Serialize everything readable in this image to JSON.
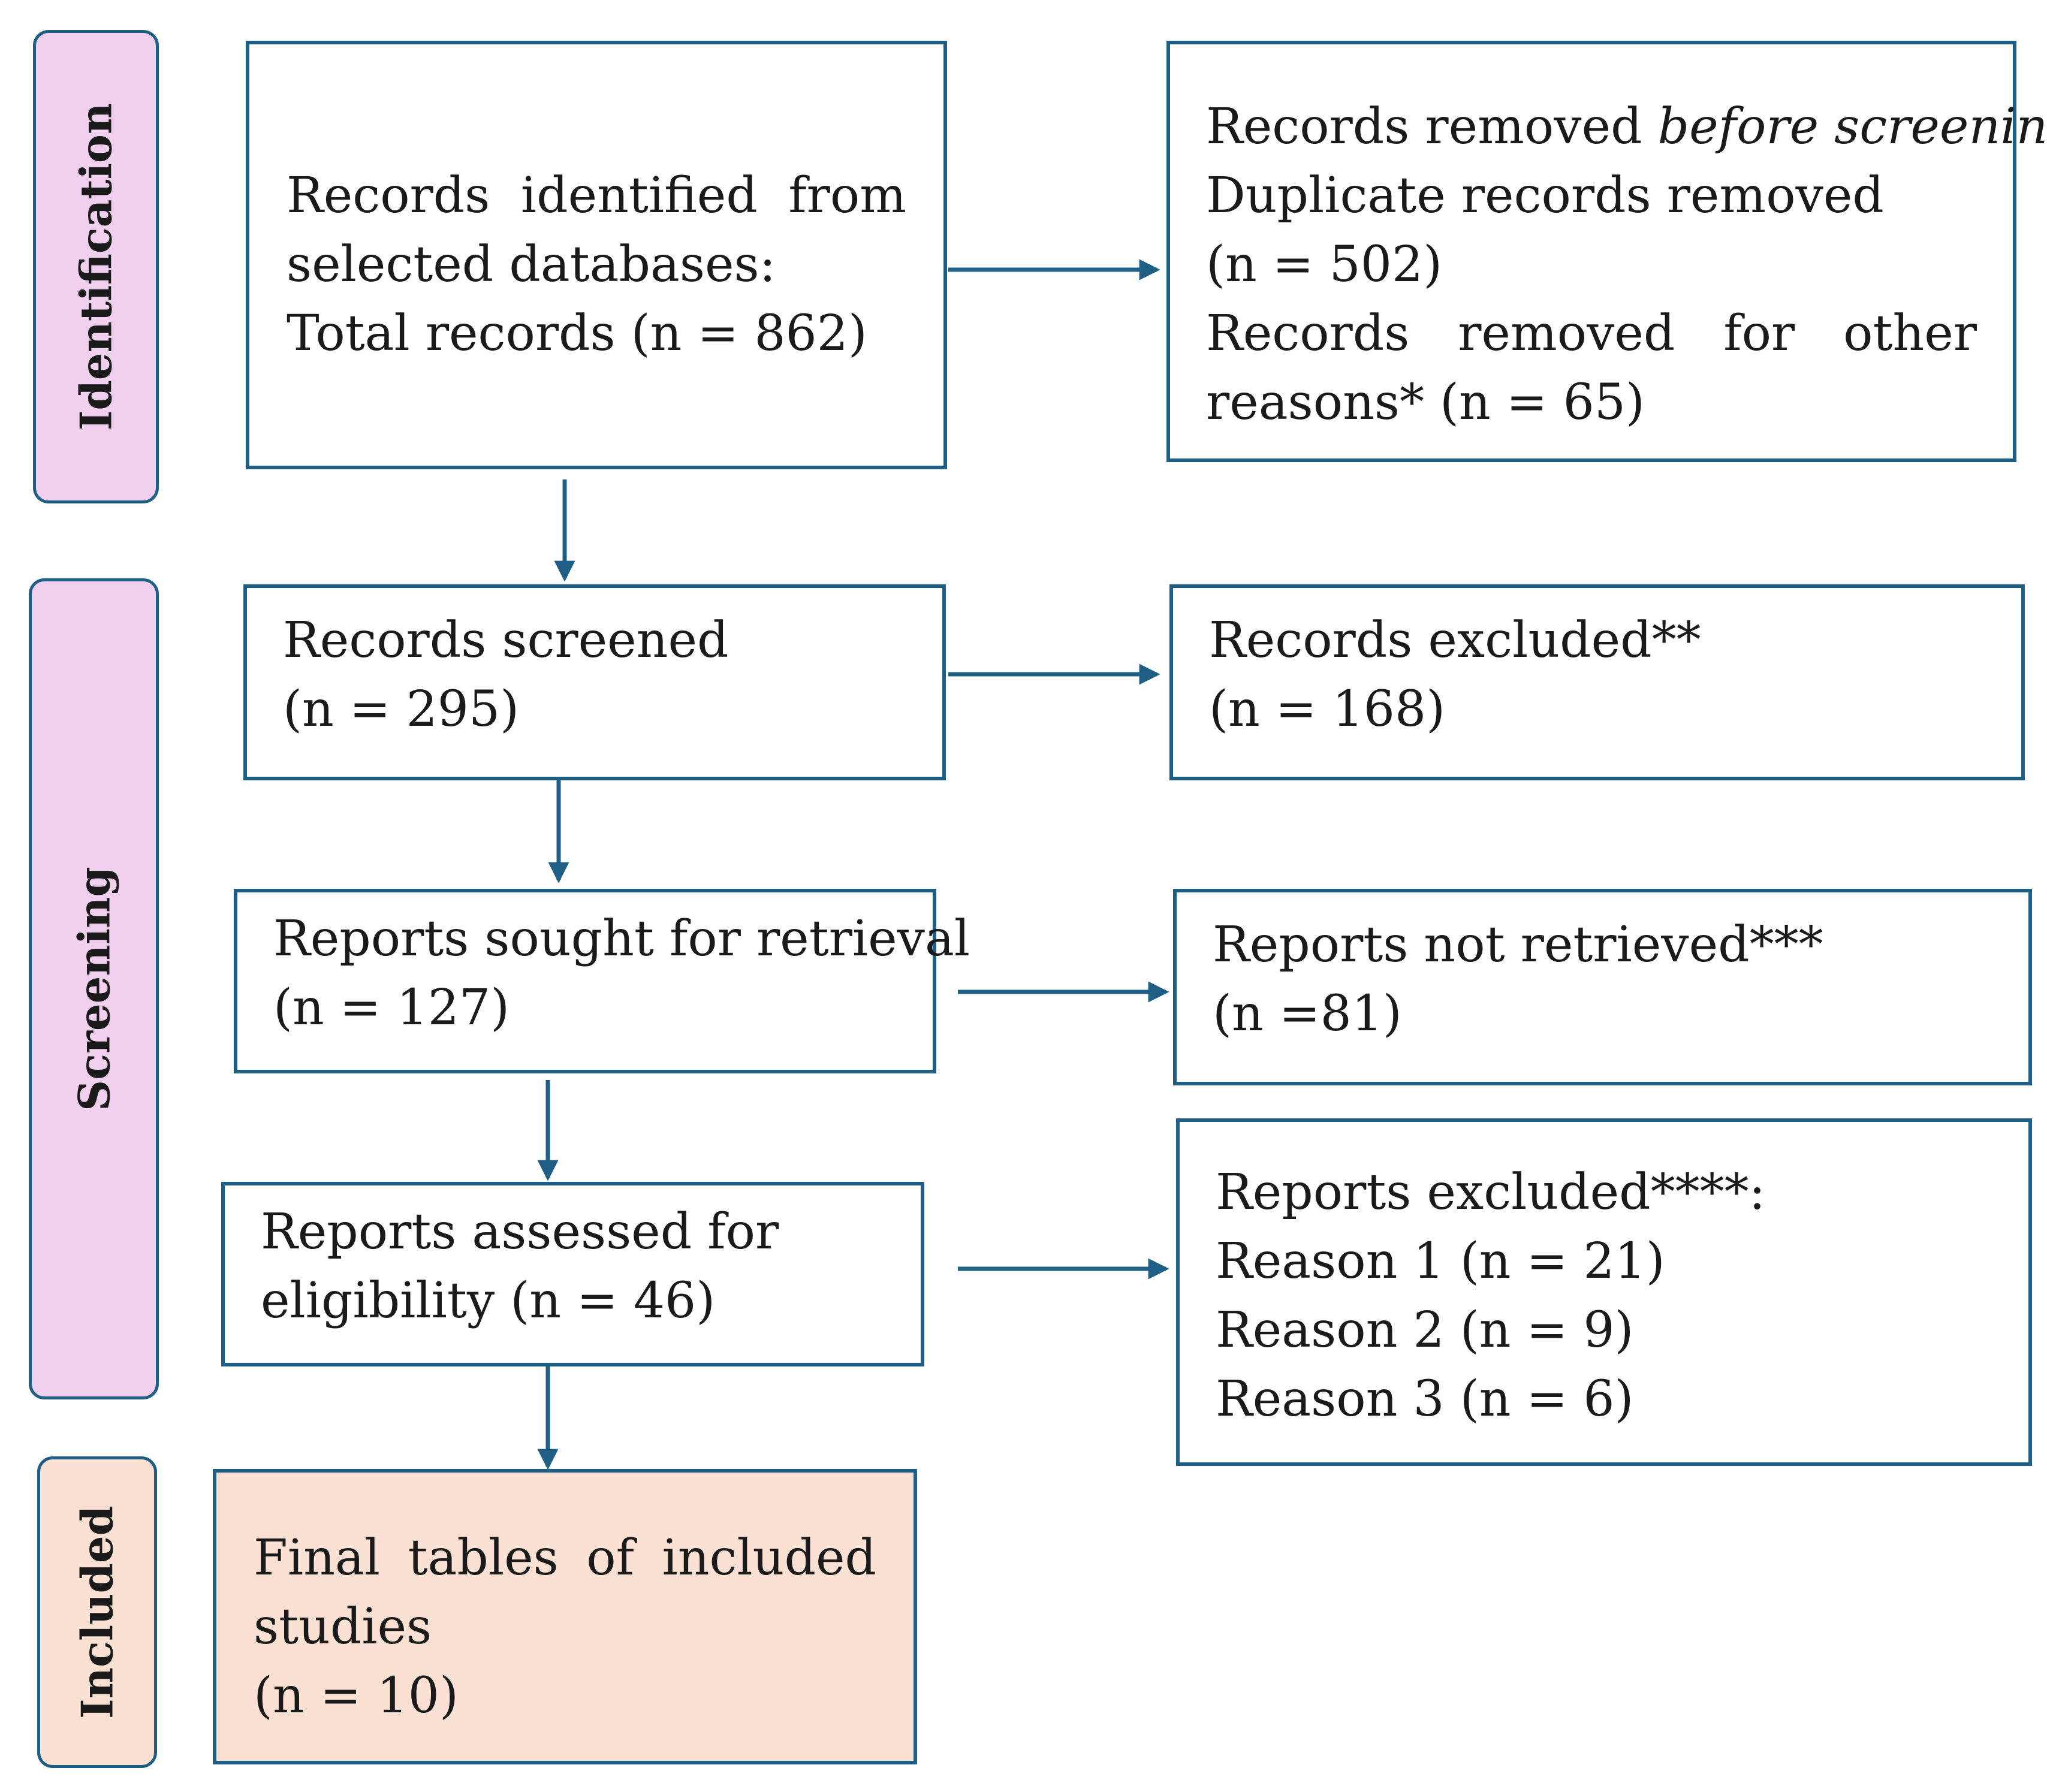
{
  "colors": {
    "border": "#1f5f86",
    "arrow": "#1f5f86",
    "phase_fill": "#f0d0ee",
    "included_fill": "#fbe1d3"
  },
  "phases": {
    "identification": "Identification",
    "screening": "Screening",
    "included": "Included"
  },
  "identified": {
    "line1": [
      "Records",
      "identified",
      "from"
    ],
    "line2": "selected databases:",
    "line3": "Total records (n = 862)"
  },
  "removed": {
    "line1_pre": "Records removed ",
    "line1_italic": "before screening",
    "line1_post": ":",
    "line2": "Duplicate records removed",
    "line3": "(n = 502)",
    "line4": [
      "Records",
      "removed",
      "for",
      "other"
    ],
    "line5": "reasons* (n = 65)"
  },
  "screened": {
    "line1": "Records screened",
    "line2": "(n = 295)"
  },
  "excluded": {
    "line1": "Records excluded**",
    "line2": "(n = 168)"
  },
  "sought": {
    "line1": "Reports sought for retrieval",
    "line2": "(n = 127)"
  },
  "not_retrieved": {
    "line1": "Reports not retrieved***",
    "line2": "(n =81)"
  },
  "assessed": {
    "line1": "Reports assessed for",
    "line2": "eligibility (n = 46)"
  },
  "reports_excluded": {
    "line1": "Reports excluded****:",
    "line2": "Reason 1 (n = 21)",
    "line3": "Reason 2 (n = 9)",
    "line4": "Reason 3 (n = 6)"
  },
  "final": {
    "line1": [
      "Final",
      "tables",
      "of",
      "included"
    ],
    "line2": "studies",
    "line3": "(n = 10)"
  }
}
